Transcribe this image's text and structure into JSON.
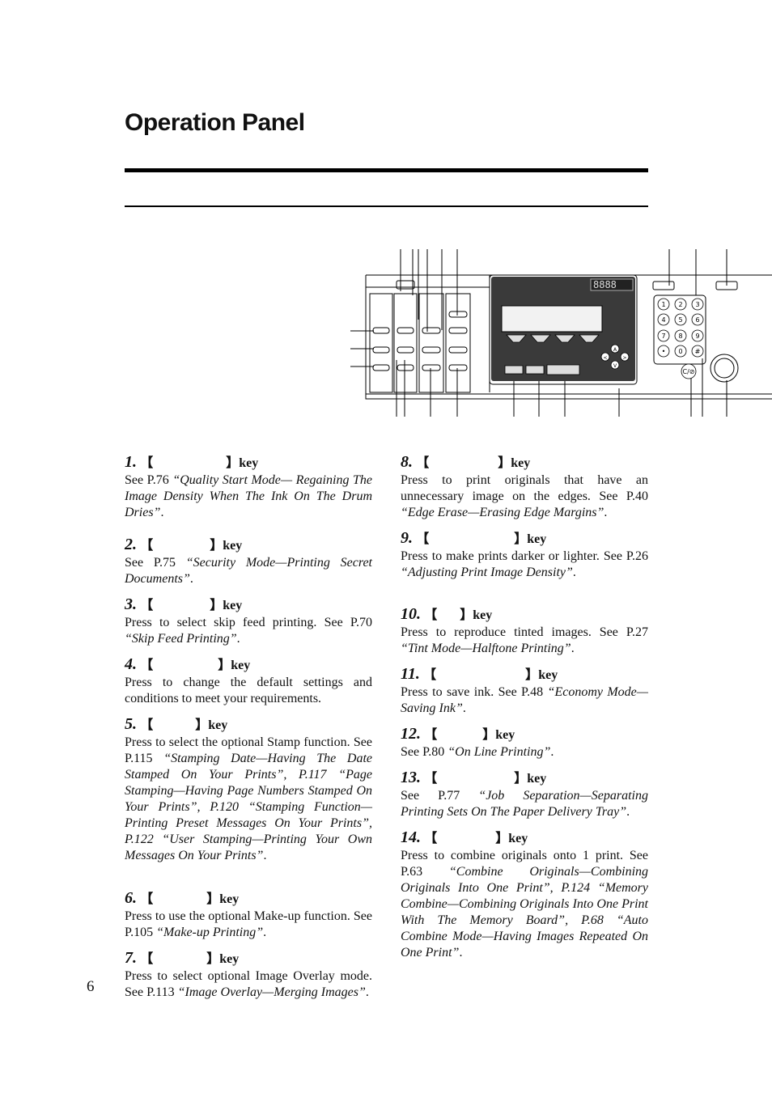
{
  "page": {
    "title": "Operation Panel",
    "page_number": "6"
  },
  "items": [
    {
      "num": "1.",
      "key_word": "key",
      "plain": " See ",
      "ref": "P.76 ",
      "italic": "“Quality Start Mode— Regaining The Image Density When The Ink On The Drum Dries”",
      "tail": "."
    },
    {
      "num": "2.",
      "key_word": "key",
      "plain": "See ",
      "ref": "P.75 ",
      "italic": "“Security Mode—Printing Secret Documents”",
      "tail": "."
    },
    {
      "num": "3.",
      "key_word": "key",
      "plain": "Press to select skip feed printing. See ",
      "ref": "P.70 ",
      "italic": "“Skip Feed Printing”",
      "tail": "."
    },
    {
      "num": "4.",
      "key_word": "key",
      "plain": "Press to change the default settings and conditions to meet your requirements.",
      "ref": "",
      "italic": "",
      "tail": ""
    },
    {
      "num": "5.",
      "key_word": "key",
      "plain": " Press to select the optional Stamp function. See ",
      "ref": "P.115 ",
      "italic": "“Stamping Date—Having The Date Stamped On Your Prints”, P.117 “Page Stamping—Having Page Numbers Stamped On Your Prints”, P.120 “Stamping Function—Printing Preset Messages On Your Prints”, P.122 “User Stamping—Printing Your Own Messages On Your Prints”",
      "tail": "."
    },
    {
      "num": "6.",
      "key_word": "key",
      "plain": "Press to use the optional Make-up function. See ",
      "ref": "P.105 ",
      "italic": "“Make-up Printing”",
      "tail": "."
    },
    {
      "num": "7.",
      "key_word": "key",
      "plain": "Press to select optional Image Overlay mode. See ",
      "ref": "P.113 ",
      "italic": "“Image Overlay—Merging Images”",
      "tail": "."
    },
    {
      "num": "8.",
      "key_word": "key",
      "plain": " Press to print originals that have an unnecessary image on the edges. See ",
      "ref": "P.40 ",
      "italic": "“Edge Erase—Erasing Edge Margins”",
      "tail": "."
    },
    {
      "num": "9.",
      "key_word": "key",
      "plain": " Press to make prints darker or lighter. See ",
      "ref": "P.26 ",
      "italic": "“Adjusting Print Image Density”",
      "tail": "."
    },
    {
      "num": "10.",
      "key_word": "key",
      "plain": "Press to reproduce tinted images. See ",
      "ref": "P.27 ",
      "italic": "“Tint Mode—Halftone Printing”",
      "tail": "."
    },
    {
      "num": "11.",
      "key_word": "key",
      "plain": "Press to save ink. See ",
      "ref": "P.48 ",
      "italic": "“Economy Mode—Saving Ink”",
      "tail": "."
    },
    {
      "num": "12.",
      "key_word": "key",
      "plain": "See ",
      "ref": "P.80 ",
      "italic": "“On Line Printing”",
      "tail": "."
    },
    {
      "num": "13.",
      "key_word": "key",
      "plain": " See ",
      "ref": "P.77 ",
      "italic": "“Job Separation—Separating Printing Sets On The Paper Delivery Tray”",
      "tail": "."
    },
    {
      "num": "14.",
      "key_word": "key",
      "plain": "Press to combine originals onto 1 print. See ",
      "ref": "P.63 ",
      "italic": "“Combine Originals—Combining Originals Into One Print”, P.124 “Memory Combine—Combining Originals Into One Print With The Memory Board”, P.68 “Auto Combine Mode—Having Images Repeated On One Print”",
      "tail": "."
    }
  ],
  "panel": {
    "keypad": [
      "1",
      "2",
      "3",
      "4",
      "5",
      "6",
      "7",
      "8",
      "9",
      "•",
      "0",
      "#"
    ],
    "clear_key": "C/⊘",
    "counter_display": "8888",
    "arrow_keys": [
      "A",
      "<",
      ">",
      "V"
    ],
    "colors": {
      "display_panel": "#3a3a3a",
      "line": "#000000"
    }
  }
}
